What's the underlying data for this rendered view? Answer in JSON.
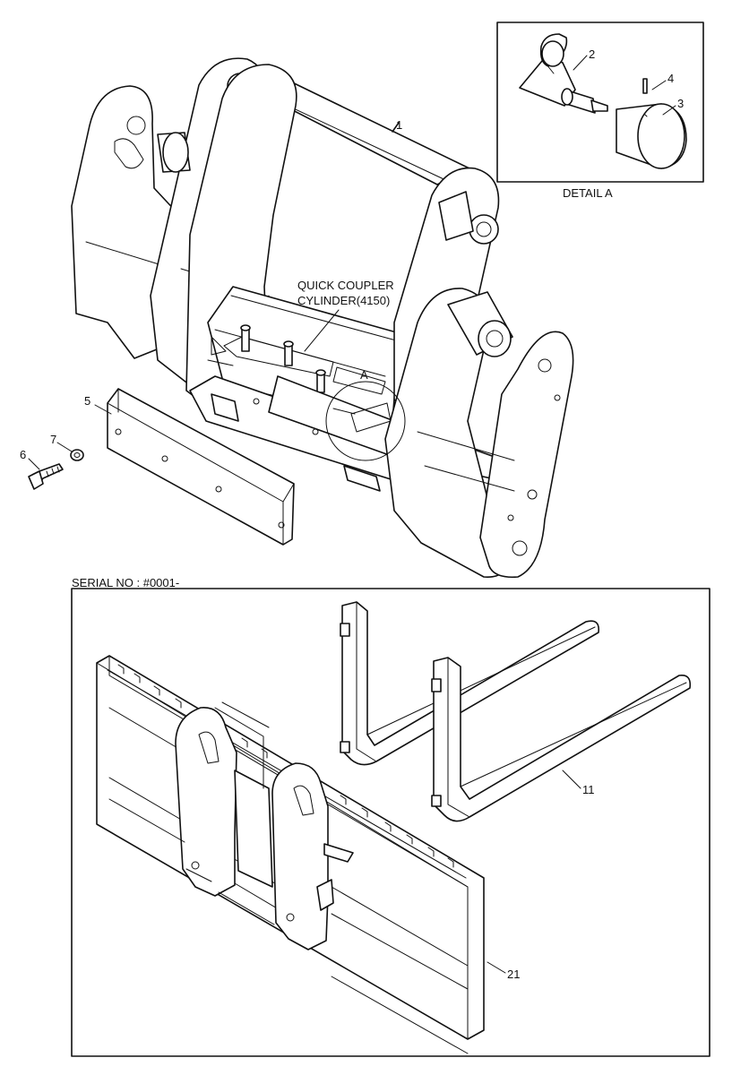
{
  "labels": {
    "p1": "1",
    "p2": "2",
    "p3": "3",
    "p4": "4",
    "p5": "5",
    "p6": "6",
    "p7": "7",
    "p11": "11",
    "p21": "21",
    "detail_marker": "A",
    "detail_title": "DETAIL A",
    "callout_line1": "QUICK COUPLER",
    "callout_line2": "CYLINDER(4150)",
    "serial": "SERIAL NO : #0001-"
  }
}
